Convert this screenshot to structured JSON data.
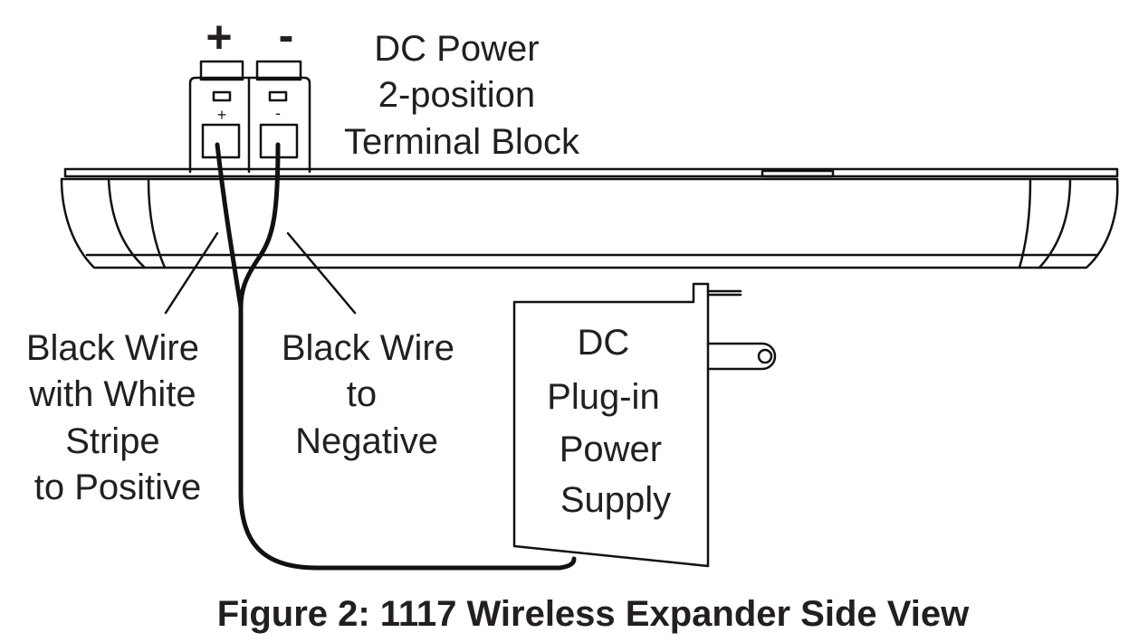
{
  "diagram": {
    "terminal_symbols": {
      "positive": "+",
      "negative": "-"
    },
    "terminal_block_label": [
      "DC Power",
      "2-position",
      "Terminal Block"
    ],
    "positive_wire_label": [
      "Black Wire",
      "with White",
      "Stripe",
      "to Positive"
    ],
    "negative_wire_label": [
      "Black Wire",
      "to",
      "Negative"
    ],
    "power_supply_label": [
      "DC",
      "Plug-in",
      "Power",
      "Supply"
    ],
    "caption": "Figure 2: 1117 Wireless Expander Side View"
  }
}
